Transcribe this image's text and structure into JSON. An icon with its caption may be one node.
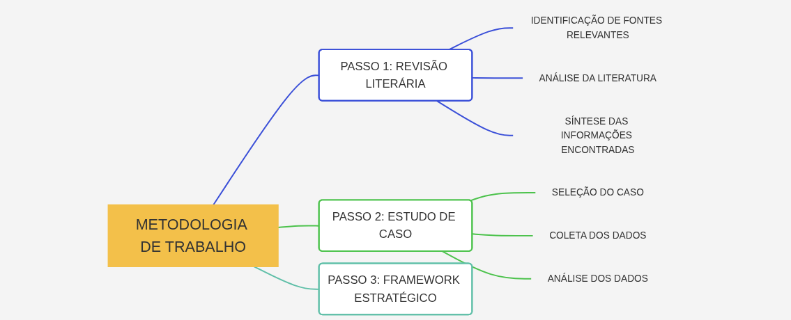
{
  "diagram": {
    "nodes": [
      {
        "text": [
          "METODOLOGIA DE TRABALHO"
        ]
      },
      {
        "text": [
          "PASSO 1: REVISÃO LITERÁRIA"
        ]
      },
      {
        "text": [
          "IDENTIFICAÇÃO DE FONTES RELEVANTES"
        ]
      },
      {
        "text": [
          "ANÁLISE DA LITERATURA"
        ]
      },
      {
        "text": [
          "SÍNTESE DAS INFORMAÇÕES ENCONTRADAS"
        ]
      },
      {
        "text": [
          "PASSO 2: ESTUDO DE CASO"
        ]
      },
      {
        "text": [
          "SELEÇÃO DO CASO"
        ]
      },
      {
        "text": [
          "COLETA DOS DADOS"
        ]
      },
      {
        "text": [
          "ANÁLISE DOS DADOS"
        ]
      },
      {
        "text": [
          "PASSO 3: FRAMEWORK ESTRATÉGICO"
        ]
      }
    ],
    "edges": [
      {
        "from": 0,
        "to": 1,
        "arrow": "none",
        "color": "#3a4fd8"
      },
      {
        "from": 1,
        "to": 2,
        "arrow": "none",
        "color": "#3a4fd8"
      },
      {
        "from": 1,
        "to": 3,
        "arrow": "none",
        "color": "#3a4fd8"
      },
      {
        "from": 1,
        "to": 4,
        "arrow": "none",
        "color": "#3a4fd8"
      },
      {
        "from": 0,
        "to": 5,
        "arrow": "none",
        "color": "#4cc24c"
      },
      {
        "from": 5,
        "to": 6,
        "arrow": "none",
        "color": "#4cc24c"
      },
      {
        "from": 5,
        "to": 7,
        "arrow": "none",
        "color": "#4cc24c"
      },
      {
        "from": 5,
        "to": 8,
        "arrow": "none",
        "color": "#4cc24c"
      },
      {
        "from": 0,
        "to": 9,
        "arrow": "none",
        "color": "#5fbfa8"
      }
    ]
  }
}
